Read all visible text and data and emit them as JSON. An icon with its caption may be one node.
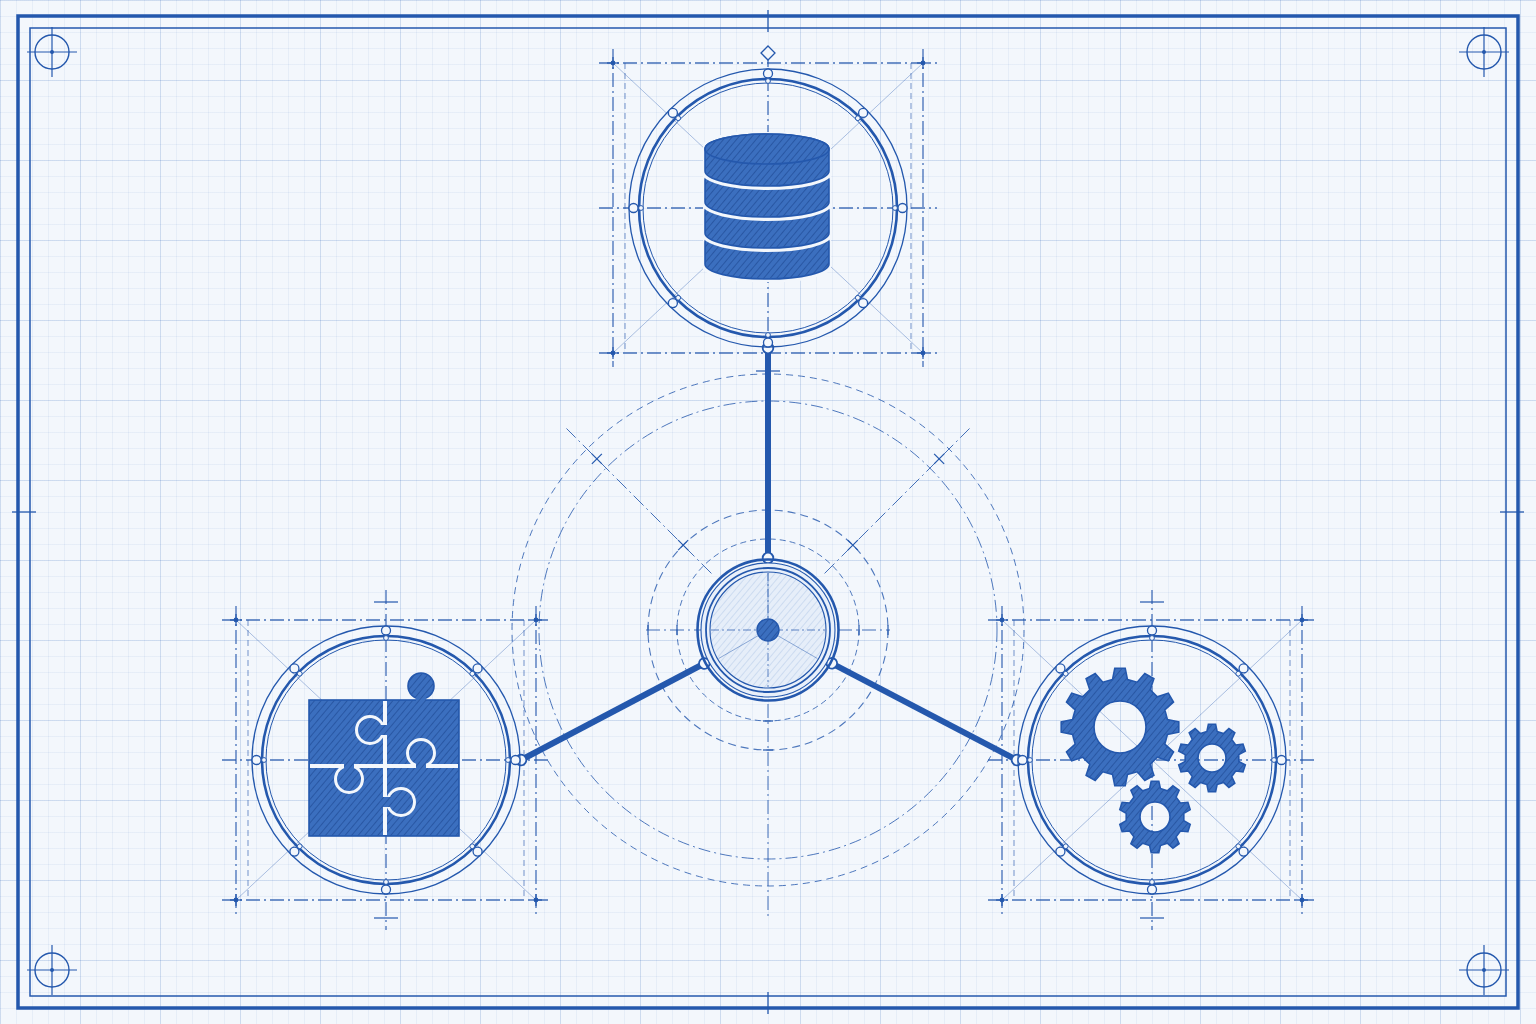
{
  "diagram": {
    "nodes": [
      {
        "text": [],
        "shape": "circle"
      },
      {
        "text": [],
        "shape": "circle"
      },
      {
        "text": [],
        "shape": "circle"
      },
      {
        "text": [],
        "shape": "circle"
      }
    ],
    "edges": [
      {
        "from": 1,
        "to": 0,
        "arrow": "other"
      },
      {
        "from": 1,
        "to": 2,
        "arrow": "other"
      },
      {
        "from": 1,
        "to": 3,
        "arrow": "other"
      }
    ]
  }
}
